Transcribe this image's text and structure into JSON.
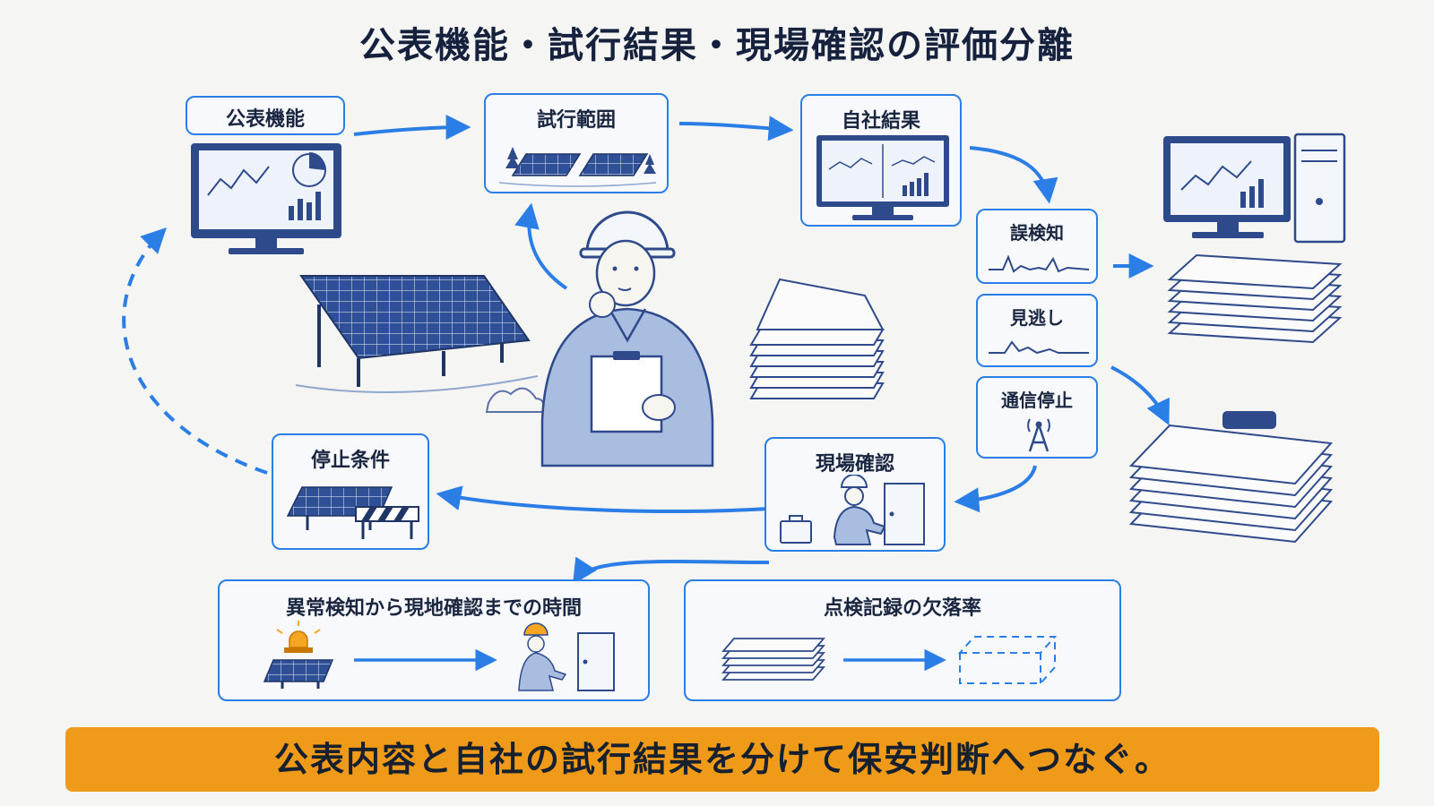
{
  "title": "公表機能・試行結果・現場確認の評価分離",
  "nodes": {
    "public_features": "公表機能",
    "trial_scope": "試行範囲",
    "own_results": "自社結果",
    "false_detection": "誤検知",
    "missed_detection": "見逃し",
    "comm_outage": "通信停止",
    "site_check": "現場確認",
    "stop_conditions": "停止条件"
  },
  "metrics": {
    "time_to_site": "異常検知から現地確認までの時間",
    "missing_rate": "点検記録の欠落率"
  },
  "banner": "公表内容と自社の試行結果を分けて保安判断へつなぐ。",
  "colors": {
    "accent": "#2b7ee6",
    "ink": "#1a2540",
    "banner": "#f09a1a"
  }
}
